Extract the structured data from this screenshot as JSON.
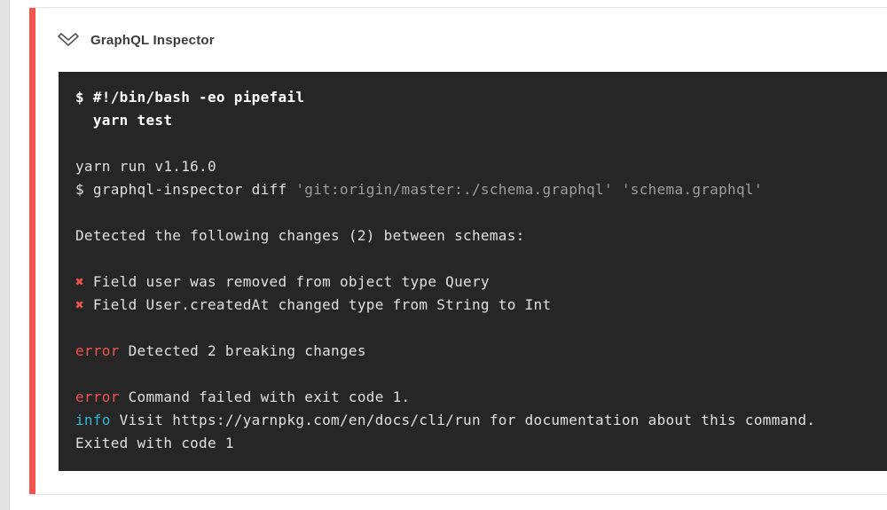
{
  "card": {
    "accent_color": "#f0544c",
    "header": {
      "title": "GraphQL Inspector",
      "icon": "chevron-down-icon"
    }
  },
  "terminal": {
    "bg": "#262626",
    "colors": {
      "bold": "#ffffff",
      "plain": "#e0e0e0",
      "dim": "#9e9e9e",
      "red": "#ef5350",
      "cyan": "#35b5d0"
    },
    "lines": [
      {
        "segments": [
          {
            "t": "$ #!/bin/bash -eo pipefail",
            "c": "bold"
          }
        ]
      },
      {
        "segments": [
          {
            "t": "  yarn test",
            "c": "bold"
          }
        ]
      },
      {
        "segments": []
      },
      {
        "segments": [
          {
            "t": "yarn run v1.16.0",
            "c": "plain"
          }
        ]
      },
      {
        "segments": [
          {
            "t": "$ graphql-inspector diff ",
            "c": "plain"
          },
          {
            "t": "'git:origin/master:./schema.graphql'",
            "c": "dim"
          },
          {
            "t": " ",
            "c": "plain"
          },
          {
            "t": "'schema.graphql'",
            "c": "dim"
          }
        ]
      },
      {
        "segments": []
      },
      {
        "segments": [
          {
            "t": "Detected the following changes (2) between schemas:",
            "c": "plain"
          }
        ]
      },
      {
        "segments": []
      },
      {
        "segments": [
          {
            "t": "✖",
            "c": "red"
          },
          {
            "t": " Field user was removed from object type Query",
            "c": "plain"
          }
        ]
      },
      {
        "segments": [
          {
            "t": "✖",
            "c": "red"
          },
          {
            "t": " Field User.createdAt changed type from String to Int",
            "c": "plain"
          }
        ]
      },
      {
        "segments": []
      },
      {
        "segments": [
          {
            "t": "error",
            "c": "red"
          },
          {
            "t": " Detected 2 breaking changes",
            "c": "plain"
          }
        ]
      },
      {
        "segments": []
      },
      {
        "segments": [
          {
            "t": "error",
            "c": "red"
          },
          {
            "t": " Command failed with exit code 1.",
            "c": "plain"
          }
        ]
      },
      {
        "segments": [
          {
            "t": "info",
            "c": "cyan"
          },
          {
            "t": " Visit https://yarnpkg.com/en/docs/cli/run for documentation about this command.",
            "c": "plain"
          }
        ]
      },
      {
        "segments": [
          {
            "t": "Exited with code 1",
            "c": "plain"
          }
        ]
      }
    ]
  }
}
